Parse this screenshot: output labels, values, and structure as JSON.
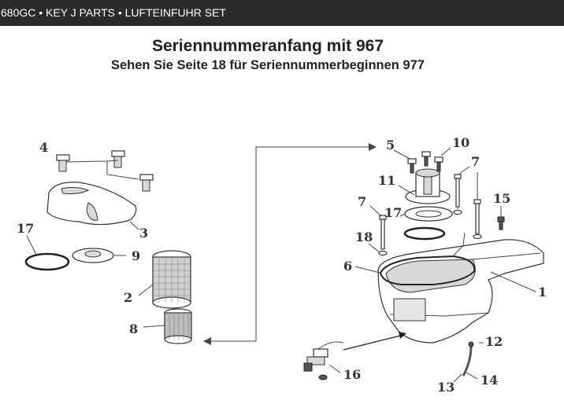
{
  "header": {
    "breadcrumb": "680GC • KEY J PARTS • LUFTEINFUHR SET"
  },
  "diagram": {
    "title": "Seriennummeranfang mit 967",
    "subtitle": "Sehen Sie Seite 18 für Seriennummerbeginnen 977",
    "callouts": {
      "c1": "1",
      "c2": "2",
      "c3": "3",
      "c4": "4",
      "c5": "5",
      "c6": "6",
      "c7a": "7",
      "c7b": "7",
      "c8": "8",
      "c9": "9",
      "c10": "10",
      "c11": "11",
      "c12": "12",
      "c13": "13",
      "c14": "14",
      "c15": "15",
      "c16": "16",
      "c17a": "17",
      "c17b": "17",
      "c18": "18"
    }
  }
}
